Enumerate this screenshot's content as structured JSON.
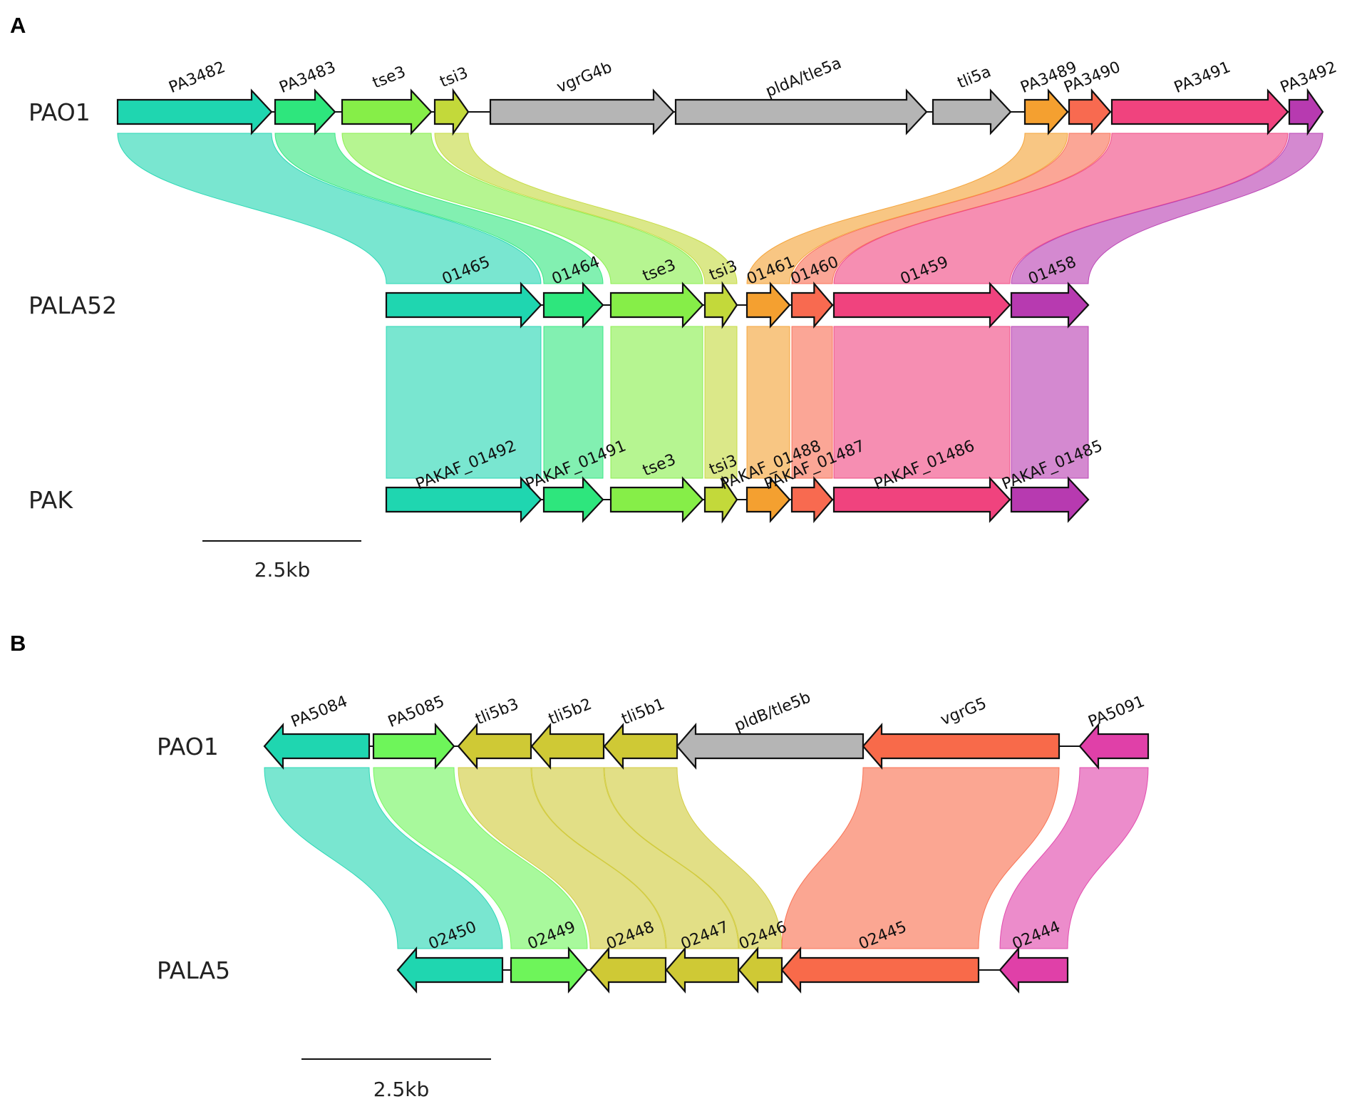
{
  "panels": [
    {
      "label": "A",
      "scale_bar": "2.5kb",
      "tracks": [
        {
          "name": "PAO1",
          "genes": [
            {
              "name": "PA3482",
              "color": "#1fd6b0",
              "dir": 1
            },
            {
              "name": "PA3483",
              "color": "#2ee67d",
              "dir": 1
            },
            {
              "name": "tse3",
              "color": "#86ee48",
              "dir": 1
            },
            {
              "name": "tsi3",
              "color": "#c3d93a",
              "dir": 1
            },
            {
              "name": "vgrG4b",
              "color": "#b5b5b5",
              "dir": 1
            },
            {
              "name": "pldA/tle5a",
              "color": "#b5b5b5",
              "dir": 1
            },
            {
              "name": "tli5a",
              "color": "#b5b5b5",
              "dir": 1
            },
            {
              "name": "PA3489",
              "color": "#f4a030",
              "dir": 1
            },
            {
              "name": "PA3490",
              "color": "#f86a50",
              "dir": 1
            },
            {
              "name": "PA3491",
              "color": "#f0437e",
              "dir": 1
            },
            {
              "name": "PA3492",
              "color": "#b73ab0",
              "dir": 1
            }
          ]
        },
        {
          "name": "PALA52",
          "genes": [
            {
              "name": "01465",
              "color": "#1fd6b0",
              "dir": 1
            },
            {
              "name": "01464",
              "color": "#2ee67d",
              "dir": 1
            },
            {
              "name": "tse3",
              "color": "#86ee48",
              "dir": 1
            },
            {
              "name": "tsi3",
              "color": "#c3d93a",
              "dir": 1
            },
            {
              "name": "01461",
              "color": "#f4a030",
              "dir": 1
            },
            {
              "name": "01460",
              "color": "#f86a50",
              "dir": 1
            },
            {
              "name": "01459",
              "color": "#f0437e",
              "dir": 1
            },
            {
              "name": "01458",
              "color": "#b73ab0",
              "dir": 1
            }
          ]
        },
        {
          "name": "PAK",
          "genes": [
            {
              "name": "PAKAF_01492",
              "color": "#1fd6b0",
              "dir": 1
            },
            {
              "name": "PAKAF_01491",
              "color": "#2ee67d",
              "dir": 1
            },
            {
              "name": "tse3",
              "color": "#86ee48",
              "dir": 1
            },
            {
              "name": "tsi3",
              "color": "#c3d93a",
              "dir": 1
            },
            {
              "name": "PAKAF_01488",
              "color": "#f4a030",
              "dir": 1
            },
            {
              "name": "PAKAF_01487",
              "color": "#f86a50",
              "dir": 1
            },
            {
              "name": "PAKAF_01486",
              "color": "#f0437e",
              "dir": 1
            },
            {
              "name": "PAKAF_01485",
              "color": "#b73ab0",
              "dir": 1
            }
          ]
        }
      ],
      "links": [
        {
          "from": [
            0,
            0
          ],
          "to": [
            1,
            0
          ],
          "color": "#1fd6b0"
        },
        {
          "from": [
            0,
            1
          ],
          "to": [
            1,
            1
          ],
          "color": "#2ee67d"
        },
        {
          "from": [
            0,
            2
          ],
          "to": [
            1,
            2
          ],
          "color": "#86ee48"
        },
        {
          "from": [
            0,
            3
          ],
          "to": [
            1,
            3
          ],
          "color": "#c3d93a"
        },
        {
          "from": [
            0,
            7
          ],
          "to": [
            1,
            4
          ],
          "color": "#f4a030"
        },
        {
          "from": [
            0,
            8
          ],
          "to": [
            1,
            5
          ],
          "color": "#f86a50"
        },
        {
          "from": [
            0,
            9
          ],
          "to": [
            1,
            6
          ],
          "color": "#f0437e"
        },
        {
          "from": [
            0,
            10
          ],
          "to": [
            1,
            7
          ],
          "color": "#b73ab0"
        },
        {
          "from": [
            1,
            0
          ],
          "to": [
            2,
            0
          ],
          "color": "#1fd6b0"
        },
        {
          "from": [
            1,
            1
          ],
          "to": [
            2,
            1
          ],
          "color": "#2ee67d"
        },
        {
          "from": [
            1,
            2
          ],
          "to": [
            2,
            2
          ],
          "color": "#86ee48"
        },
        {
          "from": [
            1,
            3
          ],
          "to": [
            2,
            3
          ],
          "color": "#c3d93a"
        },
        {
          "from": [
            1,
            4
          ],
          "to": [
            2,
            4
          ],
          "color": "#f4a030"
        },
        {
          "from": [
            1,
            5
          ],
          "to": [
            2,
            5
          ],
          "color": "#f86a50"
        },
        {
          "from": [
            1,
            6
          ],
          "to": [
            2,
            6
          ],
          "color": "#f0437e"
        },
        {
          "from": [
            1,
            7
          ],
          "to": [
            2,
            7
          ],
          "color": "#b73ab0"
        }
      ]
    },
    {
      "label": "B",
      "scale_bar": "2.5kb",
      "tracks": [
        {
          "name": "PAO1",
          "genes": [
            {
              "name": "PA5084",
              "color": "#1fd6b0",
              "dir": -1
            },
            {
              "name": "PA5085",
              "color": "#6ef55a",
              "dir": 1
            },
            {
              "name": "tli5b3",
              "color": "#cfc935",
              "dir": -1
            },
            {
              "name": "tli5b2",
              "color": "#cfc935",
              "dir": -1
            },
            {
              "name": "tli5b1",
              "color": "#cfc935",
              "dir": -1
            },
            {
              "name": "pldB/tle5b",
              "color": "#b5b5b5",
              "dir": -1
            },
            {
              "name": "vgrG5",
              "color": "#f86a4a",
              "dir": -1
            },
            {
              "name": "PA5091",
              "color": "#e040a8",
              "dir": -1
            }
          ]
        },
        {
          "name": "PALA5",
          "genes": [
            {
              "name": "02450",
              "color": "#1fd6b0",
              "dir": -1
            },
            {
              "name": "02449",
              "color": "#6ef55a",
              "dir": 1
            },
            {
              "name": "02448",
              "color": "#cfc935",
              "dir": -1
            },
            {
              "name": "02447",
              "color": "#cfc935",
              "dir": -1
            },
            {
              "name": "02446",
              "color": "#cfc935",
              "dir": -1
            },
            {
              "name": "02445",
              "color": "#f86a4a",
              "dir": -1
            },
            {
              "name": "02444",
              "color": "#e040a8",
              "dir": -1
            }
          ]
        }
      ],
      "links": [
        {
          "from": [
            0,
            0
          ],
          "to": [
            1,
            0
          ],
          "color": "#1fd6b0"
        },
        {
          "from": [
            0,
            1
          ],
          "to": [
            1,
            1
          ],
          "color": "#6ef55a"
        },
        {
          "from": [
            0,
            2
          ],
          "to": [
            1,
            2
          ],
          "color": "#cfc935"
        },
        {
          "from": [
            0,
            3
          ],
          "to": [
            1,
            3
          ],
          "color": "#cfc935"
        },
        {
          "from": [
            0,
            4
          ],
          "to": [
            1,
            4
          ],
          "color": "#cfc935"
        },
        {
          "from": [
            0,
            6
          ],
          "to": [
            1,
            5
          ],
          "color": "#f86a4a"
        },
        {
          "from": [
            0,
            7
          ],
          "to": [
            1,
            6
          ],
          "color": "#e040a8"
        }
      ]
    }
  ]
}
